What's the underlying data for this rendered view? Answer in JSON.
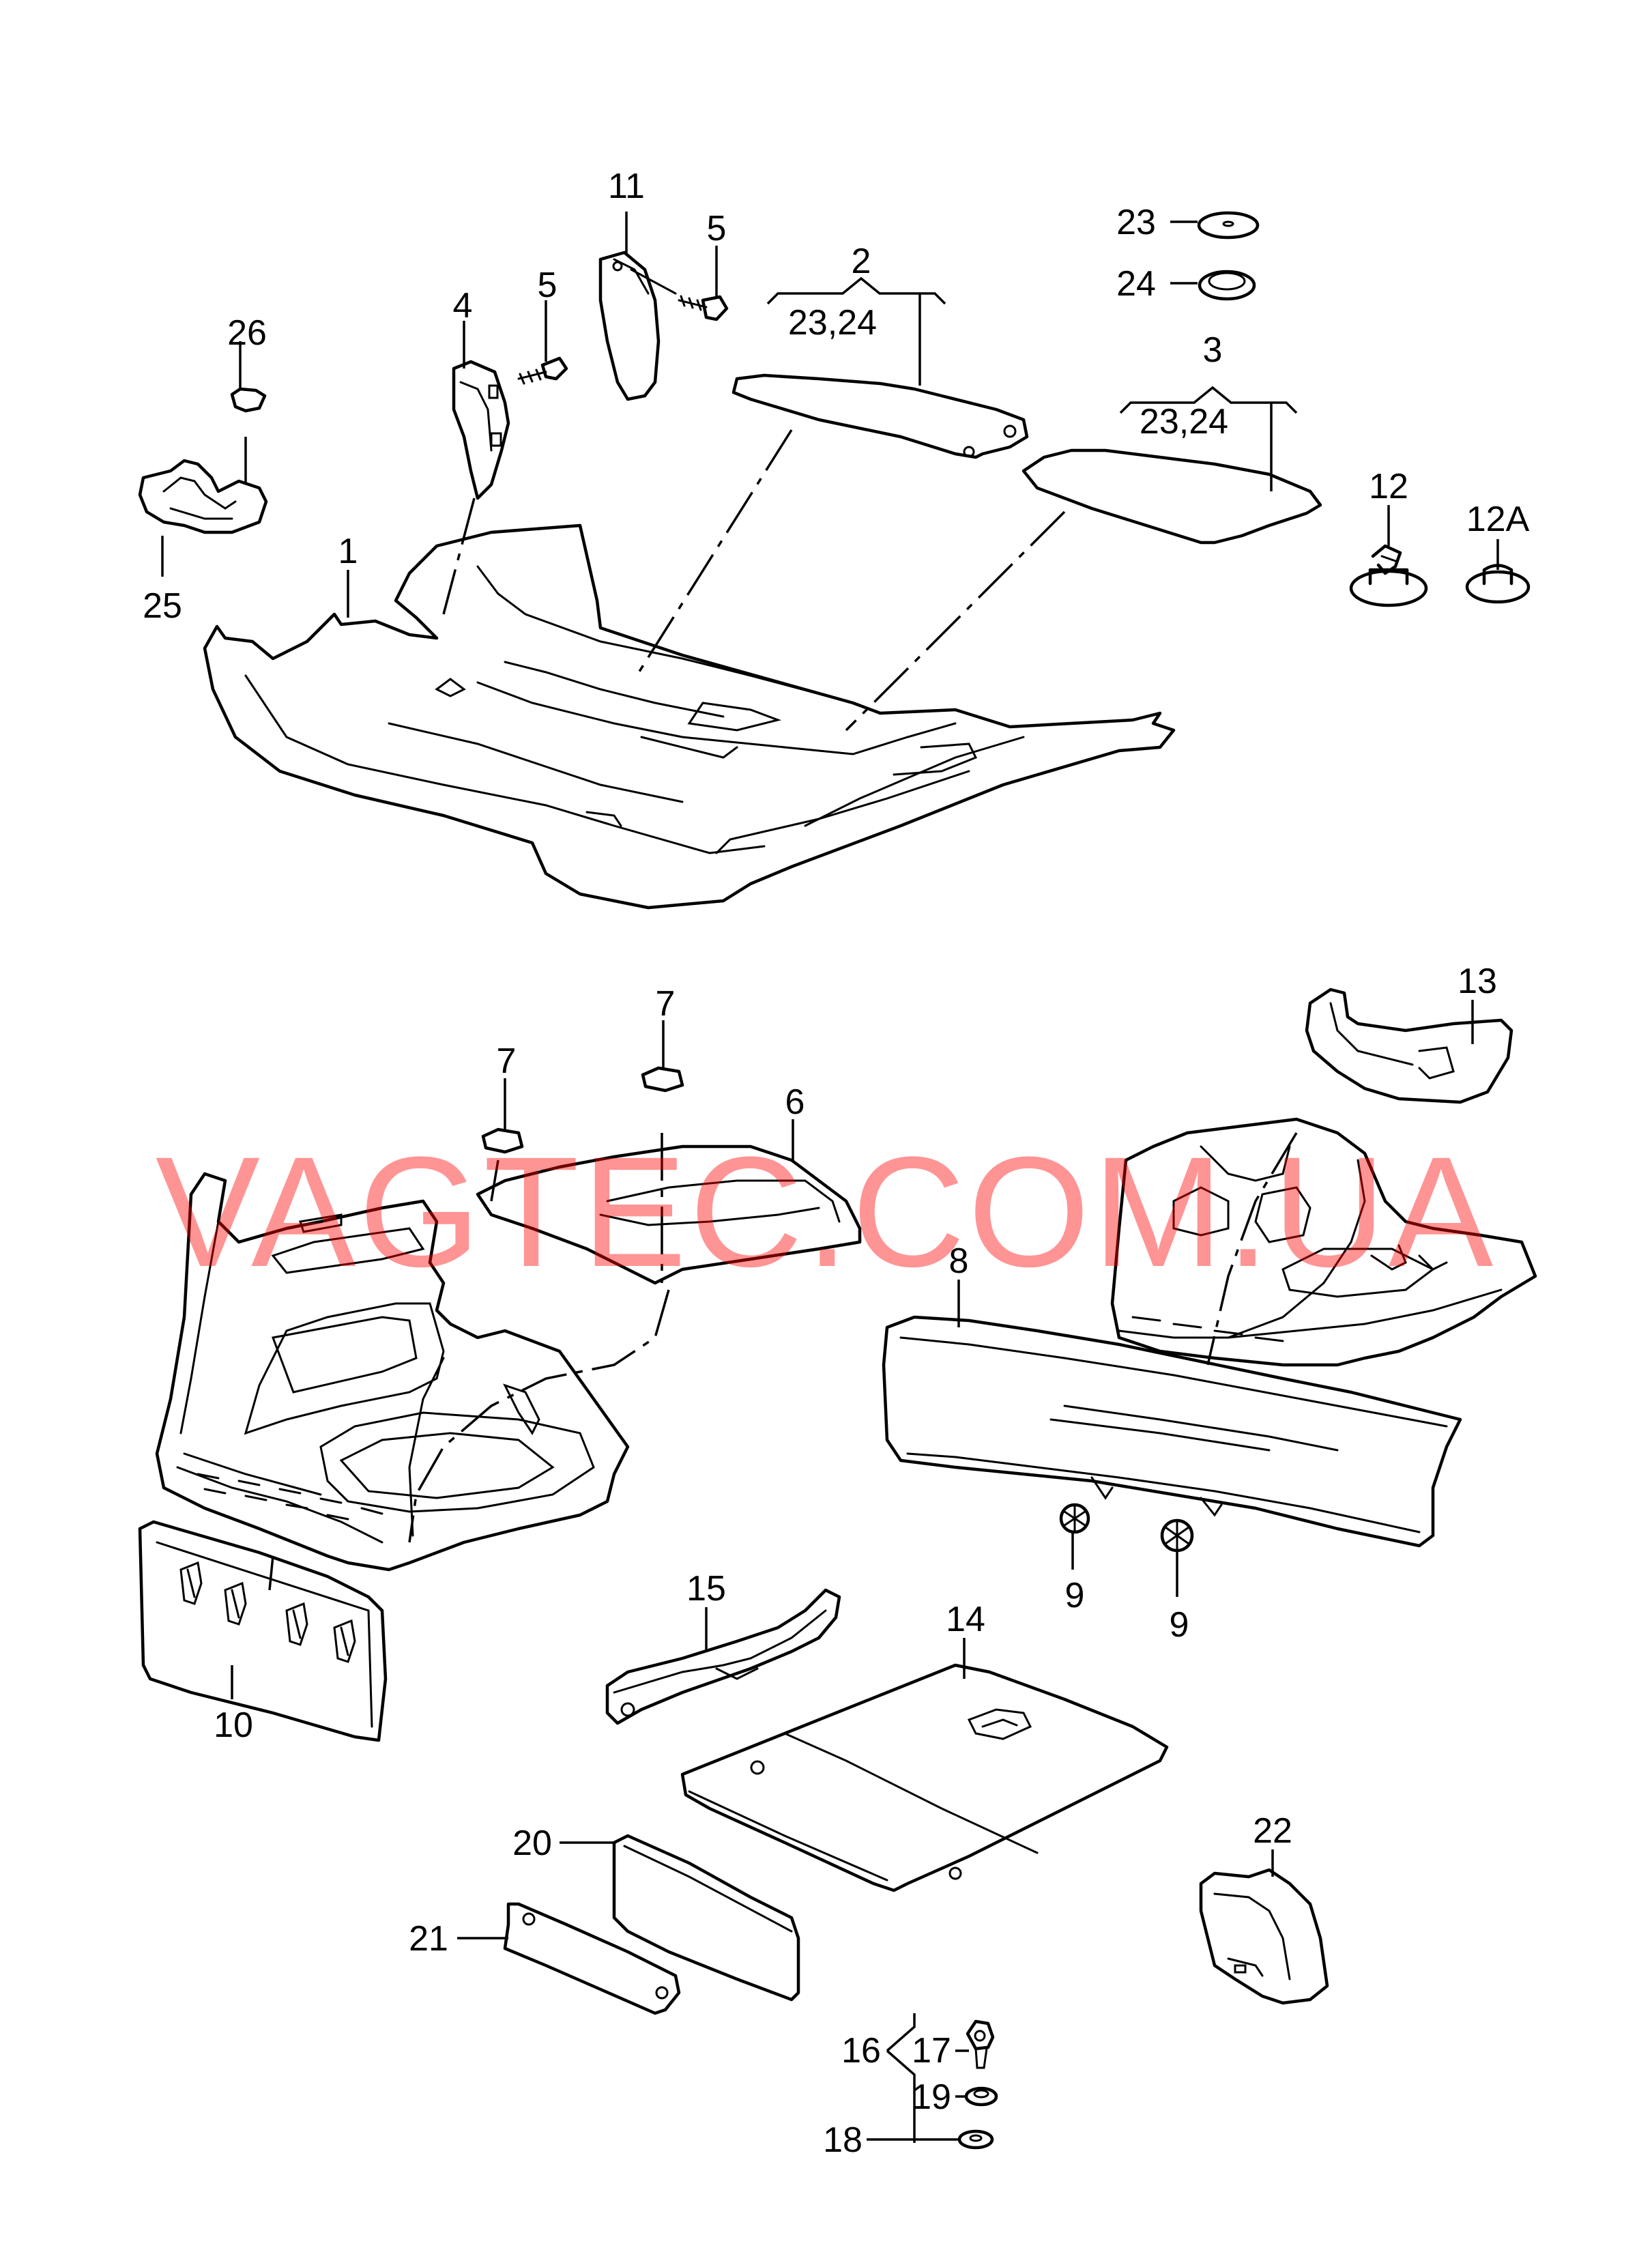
{
  "diagram": {
    "callouts": {
      "c1": "1",
      "c2": "2",
      "c3": "3",
      "c4": "4",
      "c5a": "5",
      "c5b": "5",
      "c6": "6",
      "c7a": "7",
      "c7b": "7",
      "c8": "8",
      "c9a": "9",
      "c9b": "9",
      "c10": "10",
      "c11": "11",
      "c12": "12",
      "c12a": "12A",
      "c13": "13",
      "c14": "14",
      "c15": "15",
      "c16": "16",
      "c17": "17",
      "c18": "18",
      "c19": "19",
      "c20": "20",
      "c21": "21",
      "c22": "22",
      "c23": "23",
      "c24": "24",
      "c25": "25",
      "c26": "26",
      "g2": "23,24",
      "g3": "23,24"
    },
    "watermark": "VAGTEC.COM.UA"
  }
}
